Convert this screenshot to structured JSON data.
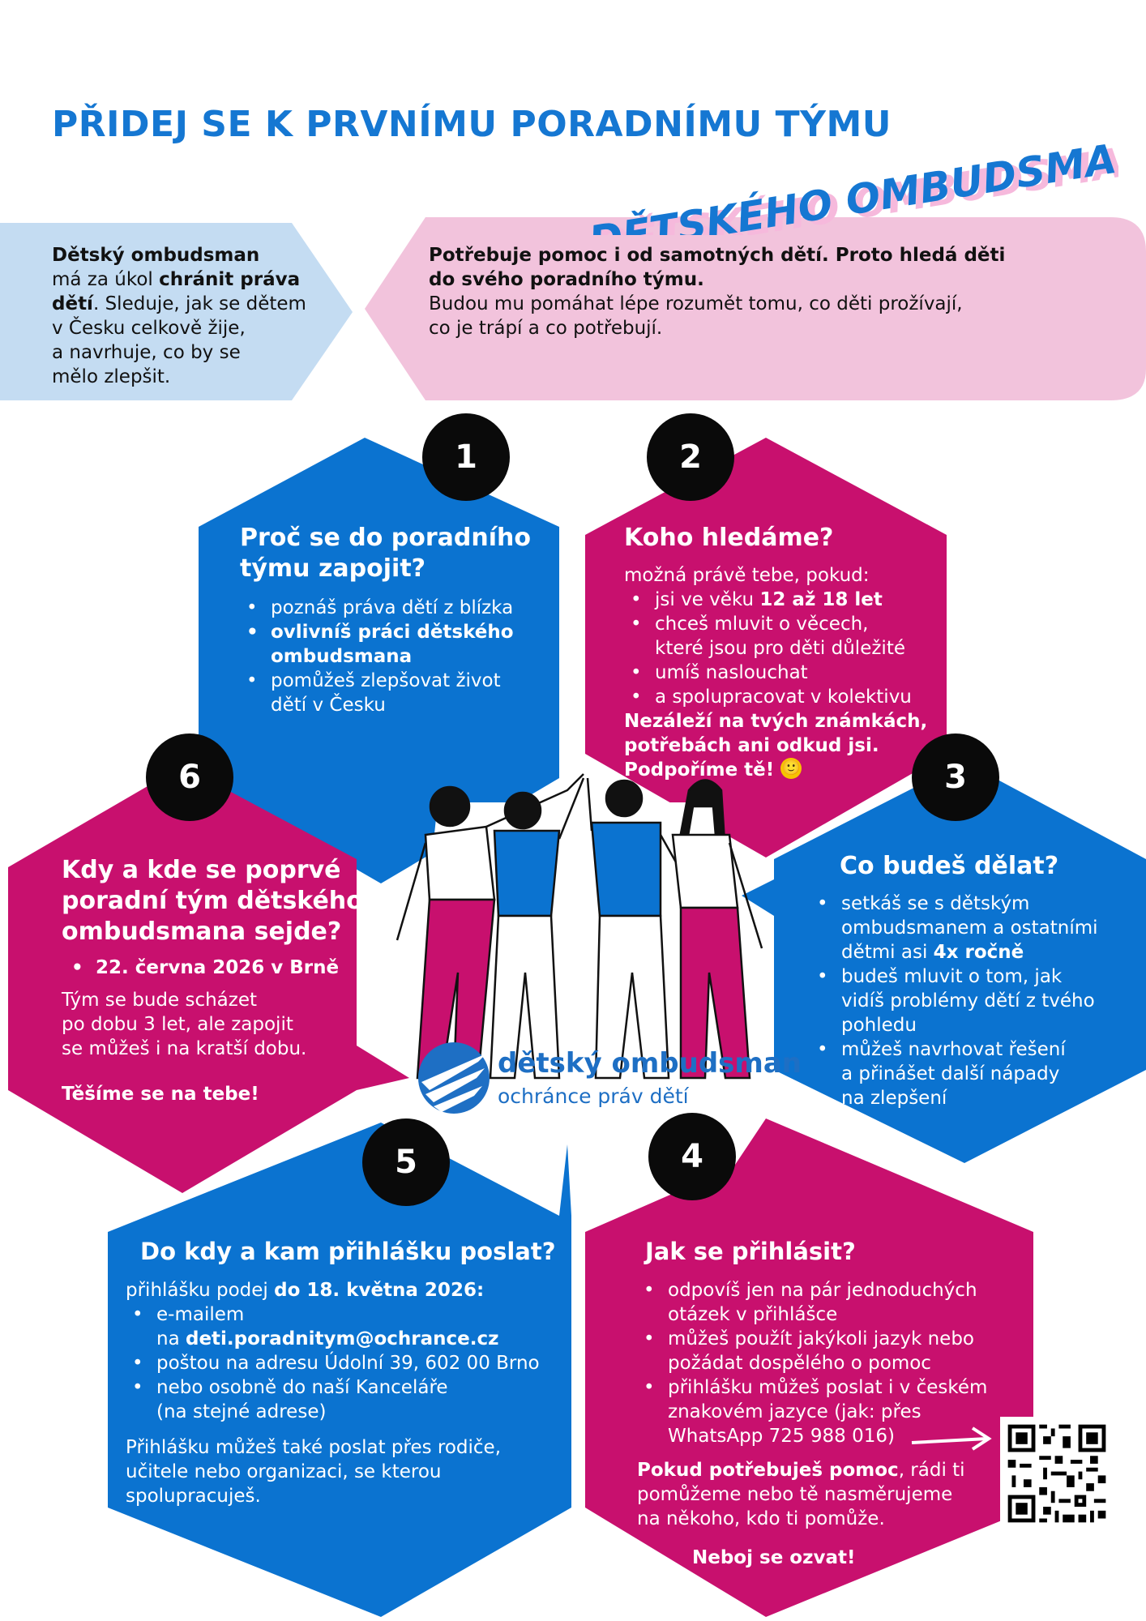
{
  "title": "PŘIDEJ SE K PRVNÍMU PORADNÍMU TÝMU",
  "title_script": "DĚTSKÉHO OMBUDSMANA",
  "colors": {
    "blue": "#0b73d0",
    "magenta": "#c8106e",
    "light_blue": "#c4dcf2",
    "light_pink": "#f2c3dc",
    "title_blue": "#1577d2"
  },
  "intro_left": {
    "l1_b": "Dětský ombudsman",
    "l2": "má za úkol ",
    "l2_b": "chránit práva",
    "l3_b": "dětí",
    "l3": ". Sleduje, jak se dětem",
    "l4": "v Česku celkově žije,",
    "l5": "a navrhuje, co by se",
    "l6": "mělo zlepšit."
  },
  "intro_right": {
    "l1_b": "Potřebuje pomoc i od samotných dětí. Proto hledá děti",
    "l2_b": "do svého poradního týmu.",
    "l3": "Budou mu pomáhat lépe rozumět tomu, co děti prožívají,",
    "l4": "co je trápí a co potřebují."
  },
  "s1": {
    "num": "1",
    "title1": "Proč se do poradního",
    "title2": "týmu zapojit?",
    "b1": "poznáš práva dětí z blízka",
    "b2a": "ovlivníš práci dětského",
    "b2b": "ombudsmana",
    "b3a": "pomůžeš zlepšovat život",
    "b3b": "dětí v Česku"
  },
  "s2": {
    "num": "2",
    "title": "Koho hledáme?",
    "intro": "možná právě tebe, pokud:",
    "b1": "jsi ve věku ",
    "b1_b": "12 až 18 let",
    "b2a": "chceš mluvit o věcech,",
    "b2b": "které jsou pro děti důležité",
    "b3": "umíš naslouchat",
    "b4": "a spolupracovat v kolektivu",
    "n1": "Nezáleží na tvých známkách,",
    "n2": "potřebách ani odkud jsi.",
    "n3": "Podpoříme tě!",
    "emoji": "🙂"
  },
  "s3": {
    "num": "3",
    "title": "Co budeš dělat?",
    "b1a": "setkáš se s dětským",
    "b1b": "ombudsmanem a ostatními",
    "b1c": "dětmi asi ",
    "b1c_b": "4x ročně",
    "b2a": "budeš mluvit o tom, jak",
    "b2b": "vidíš problémy dětí z tvého",
    "b2c": "pohledu",
    "b3a": "můžeš navrhovat řešení",
    "b3b": "a přinášet další nápady",
    "b3c": "na zlepšení"
  },
  "s4": {
    "num": "4",
    "title": "Jak se přihlásit?",
    "b1a": "odpovíš jen na pár jednoduchých",
    "b1b": "otázek v přihlášce",
    "b2a": "můžeš použít jakýkoli jazyk nebo",
    "b2b": "požádat dospělého o pomoc",
    "b3a": "přihlášku můžeš poslat i v českém",
    "b3b": "znakovém jazyce  (jak: přes",
    "b3c": "WhatsApp 725 988 016)",
    "p_b": "Pokud potřebuješ pomoc",
    "p1": ", rádi ti",
    "p2": "pomůžeme nebo tě nasměrujeme",
    "p3": "na někoho, kdo ti pomůže.",
    "final": "Neboj se ozvat!"
  },
  "s5": {
    "num": "5",
    "title": "Do kdy a kam přihlášku poslat?",
    "intro": "přihlášku podej ",
    "intro_b": "do 18. května 2026:",
    "b1a": "e-mailem",
    "b1b": "na ",
    "b1b_b": "deti.poradnitym@ochrance.cz",
    "b2": "poštou na adresu Údolní 39, 602 00 Brno",
    "b3a": "nebo osobně do naší Kanceláře",
    "b3b": "(na stejné adrese)",
    "p1": "Přihlášku můžeš také poslat přes rodiče,",
    "p2": "učitele nebo organizaci, se kterou",
    "p3": "spolupracuješ."
  },
  "s6": {
    "num": "6",
    "title1": "Kdy a kde se poprvé",
    "title2": "poradní tým dětského",
    "title3": "ombudsmana sejde?",
    "b1": "22. června 2026 v Brně",
    "p1": "Tým se bude scházet",
    "p2": "po dobu 3 let, ale zapojit",
    "p3": "se můžeš i na kratší dobu.",
    "final": "Těšíme se na tebe!"
  },
  "logo": {
    "name": "dětský ombudsman",
    "sub": "ochránce práv dětí"
  }
}
